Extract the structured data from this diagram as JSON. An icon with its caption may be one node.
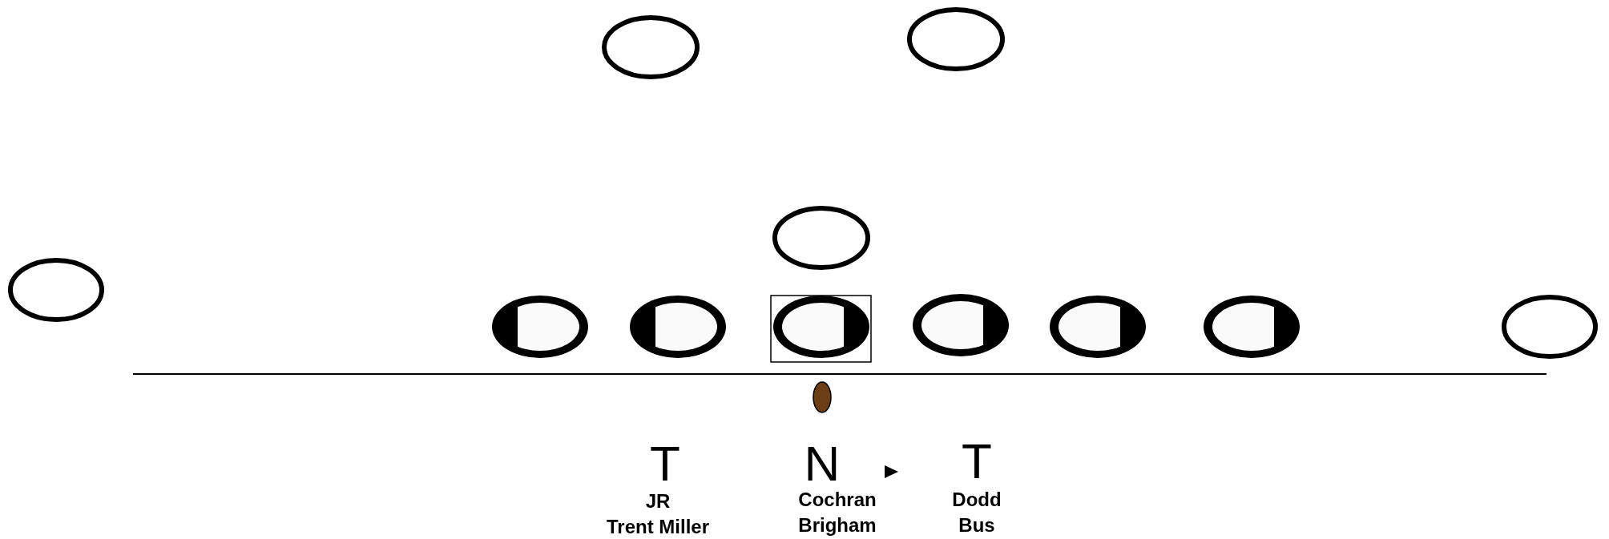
{
  "diagram": {
    "nodes": [
      {
        "text": [],
        "shape": "ellipse"
      },
      {
        "text": [],
        "shape": "ellipse"
      },
      {
        "text": [],
        "shape": "ellipse"
      },
      {
        "text": [],
        "shape": "ellipse"
      },
      {
        "text": [],
        "shape": "ellipse"
      },
      {
        "text": [],
        "shape": "ellipse"
      },
      {
        "text": [],
        "shape": "ellipse"
      },
      {
        "text": [],
        "shape": "ellipse"
      },
      {
        "text": [],
        "shape": "ellipse"
      },
      {
        "text": [],
        "shape": "ellipse"
      },
      {
        "text": [],
        "shape": "ellipse"
      },
      {
        "text": [],
        "shape": "ball"
      }
    ],
    "labels": [
      "T",
      "N",
      "T",
      "JR",
      "Cochran",
      "Dodd",
      "Trent Miller",
      "Brigham",
      "Bus"
    ]
  }
}
